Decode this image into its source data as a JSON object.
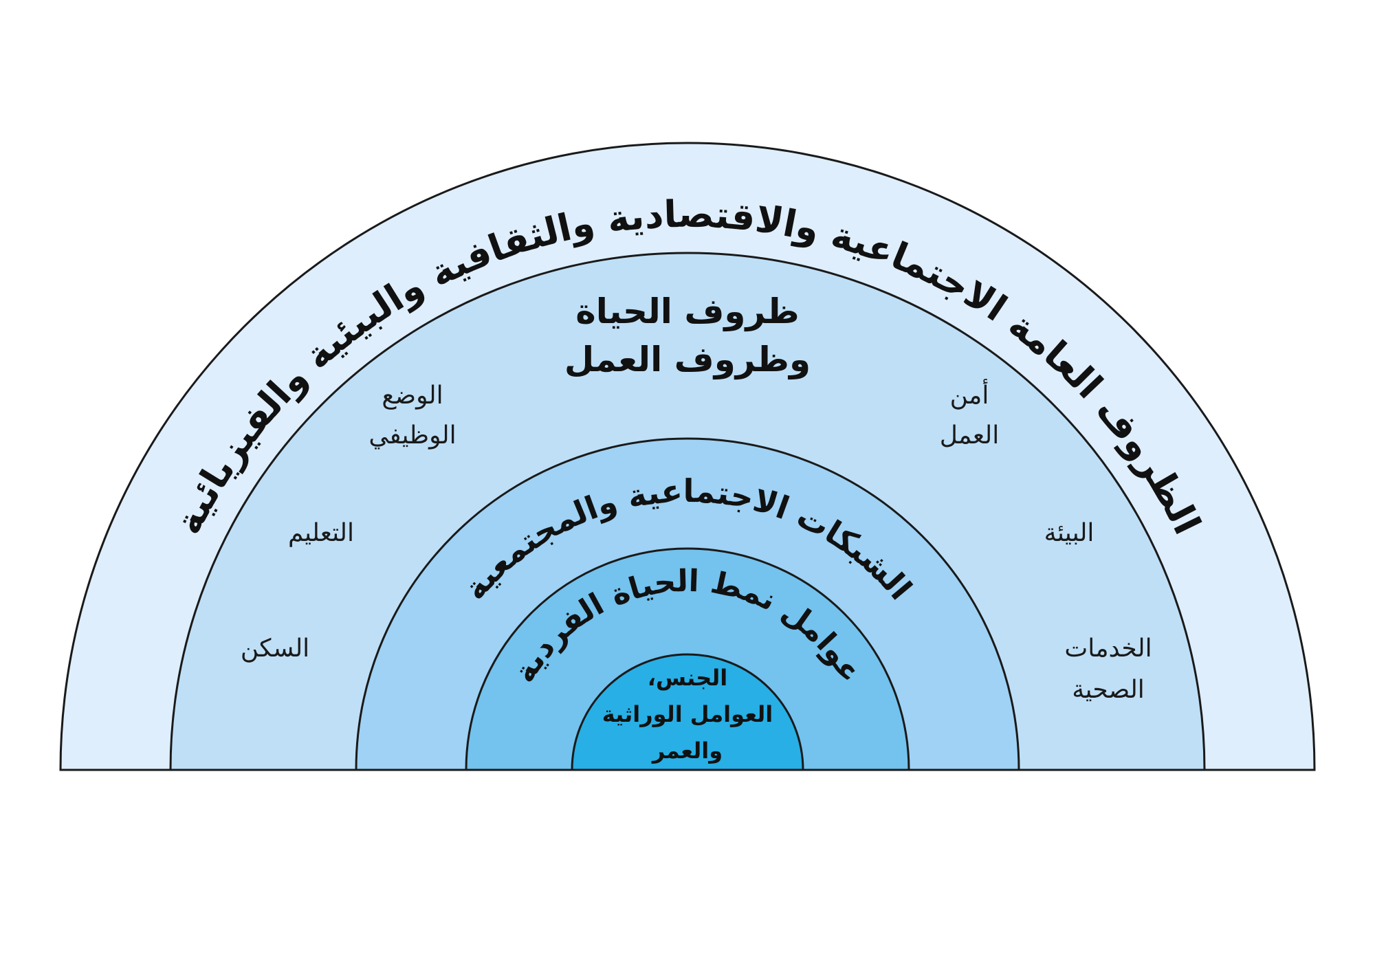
{
  "colors": {
    "ring1": "#deeefc",
    "ring2": "#bfdff6",
    "ring3": "#9fd2f4",
    "ring4": "#74c2ee",
    "ring5": "#27afe6",
    "stroke": "#1a1a1a"
  },
  "layers": {
    "outer": "الظروف العامة الاجتماعية والاقتصادية والثقافية والبيئية والفيزيائية",
    "living_working_title_line1": "ظروف الحياة",
    "living_working_title_line2": "وظروف العمل",
    "networks": "الشبكات الاجتماعية والمجتمعية",
    "lifestyle": "عوامل نمط الحياة الفردية",
    "core_line1": "الجنس،",
    "core_line2": "العوامل الوراثية",
    "core_line3": "والعمر"
  },
  "factors": {
    "work_status_line1": "الوضع",
    "work_status_line2": "الوظيفي",
    "education": "التعليم",
    "housing": "السكن",
    "job_security_line1": "أمن",
    "job_security_line2": "العمل",
    "environment": "البيئة",
    "health_services_line1": "الخدمات",
    "health_services_line2": "الصحية"
  }
}
